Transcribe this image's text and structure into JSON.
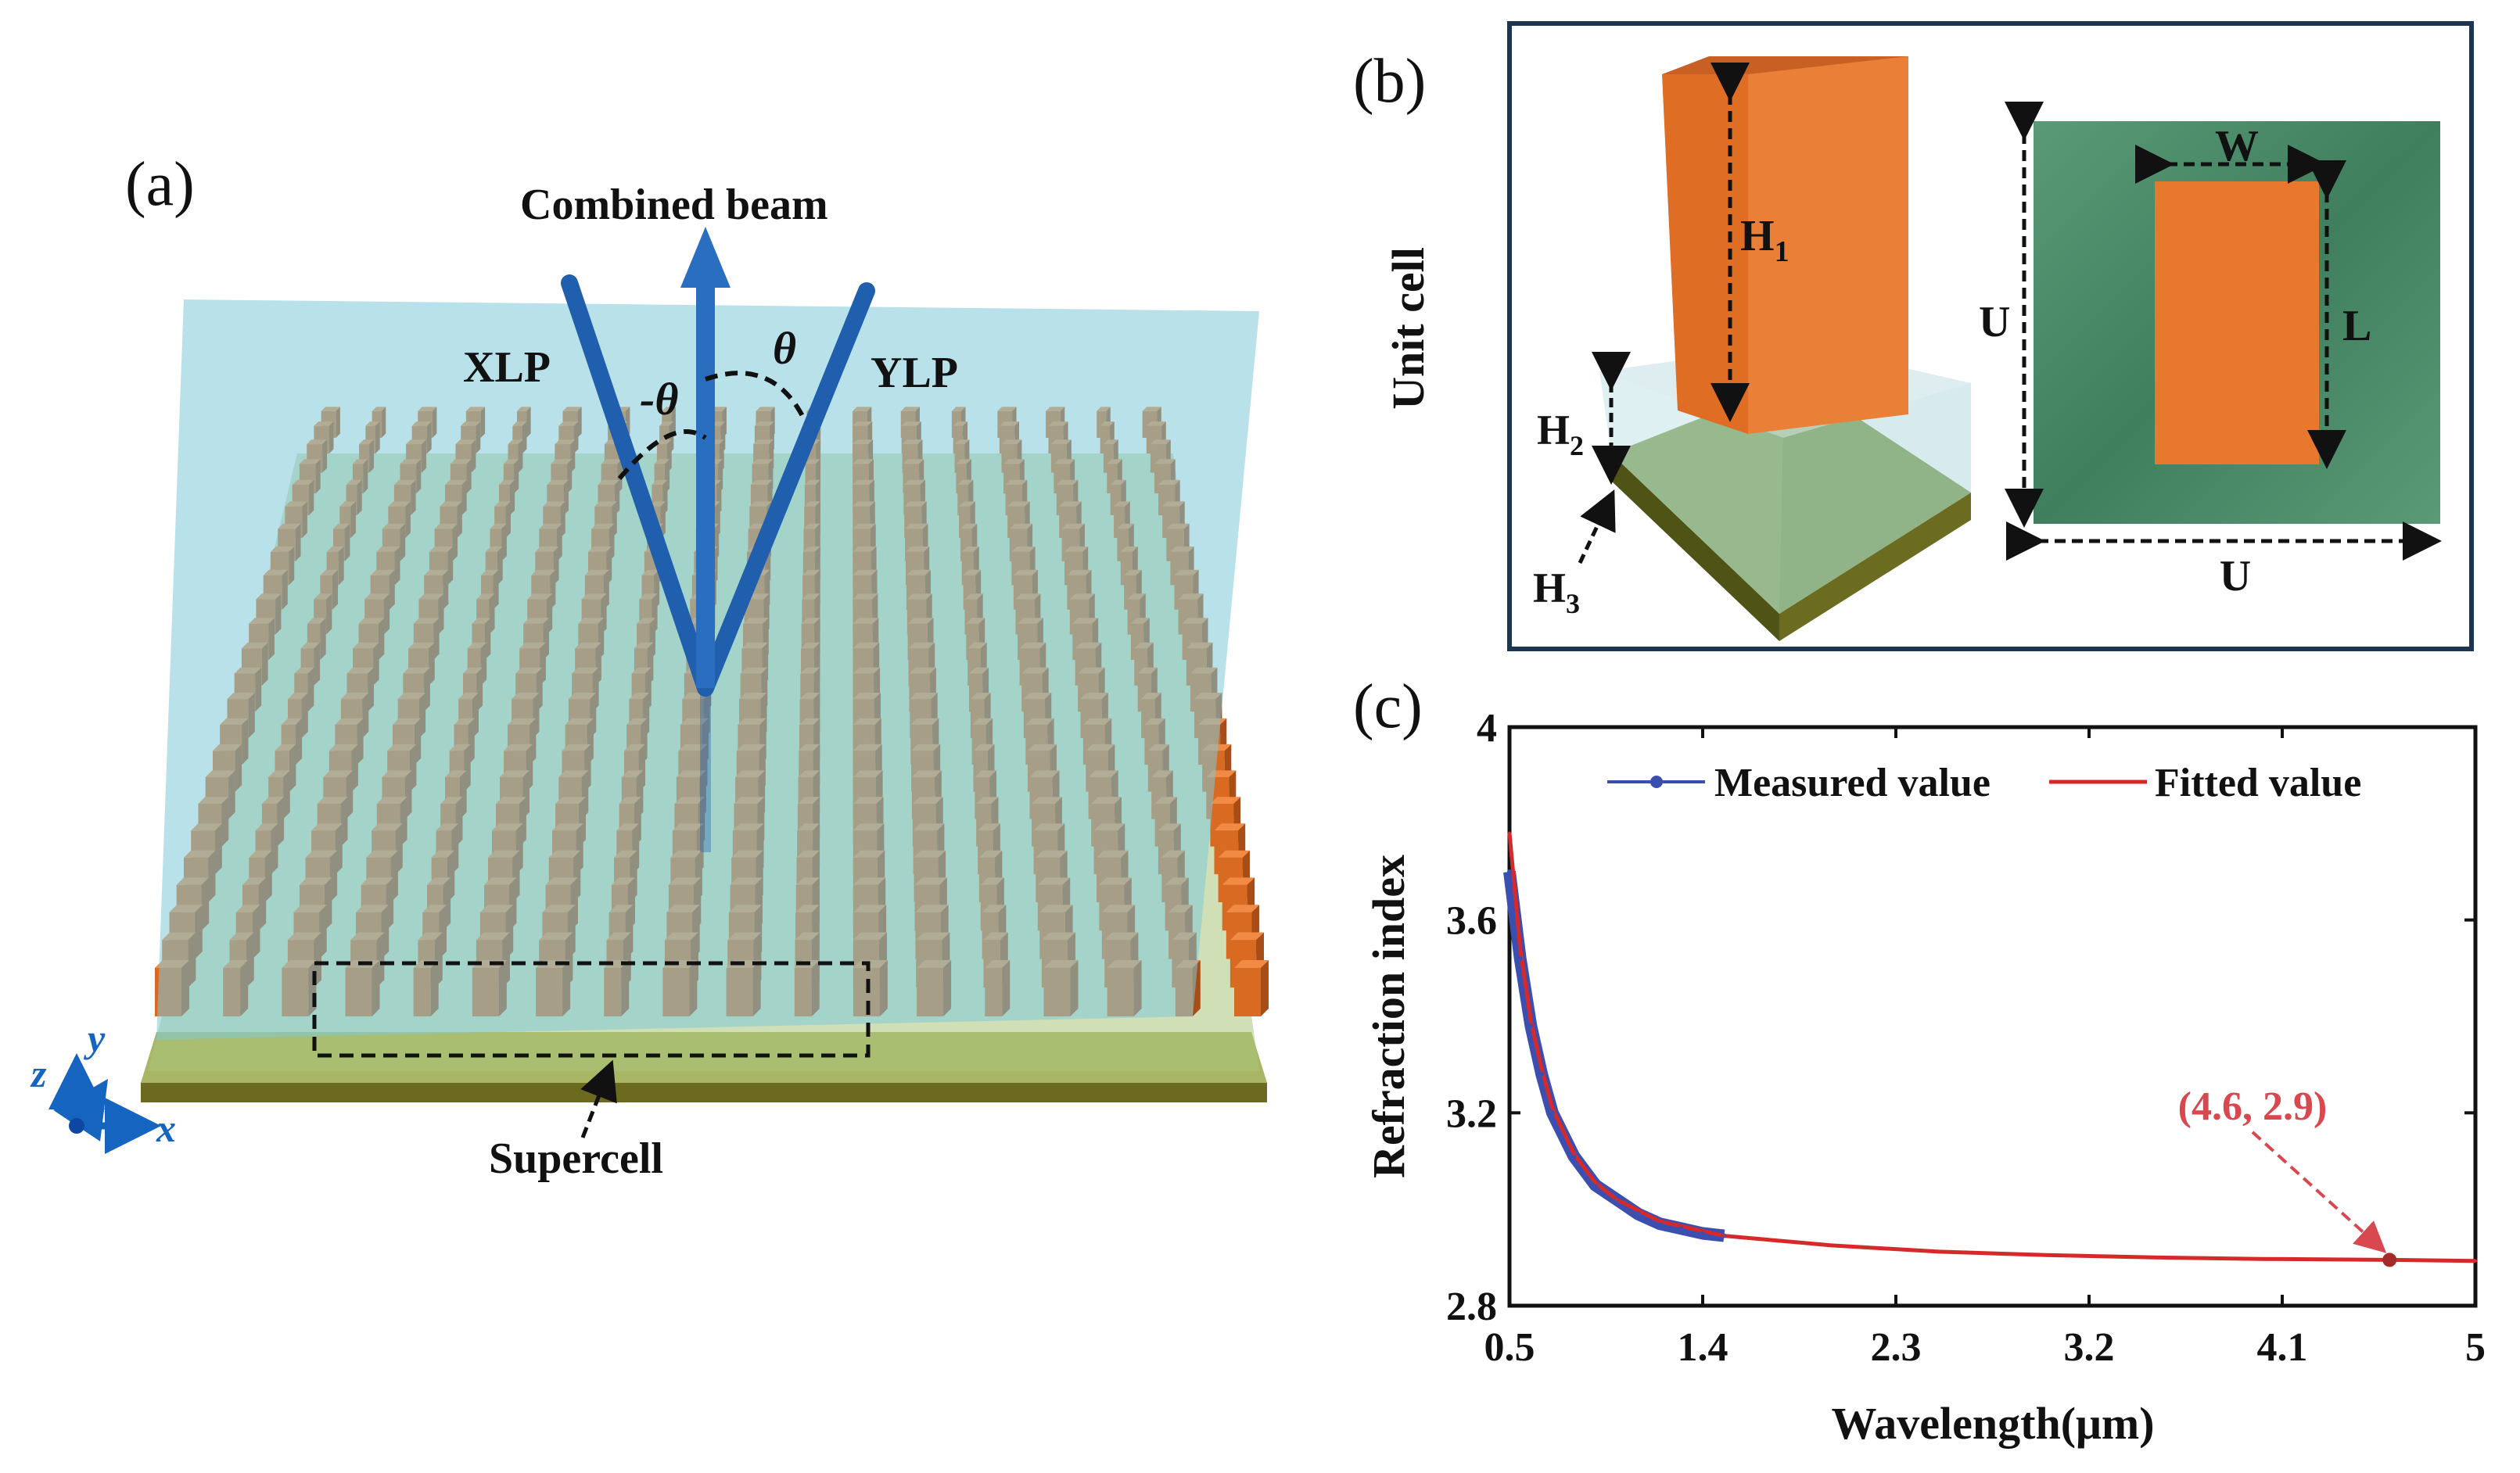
{
  "panel_a": {
    "panel_label": "(a)",
    "beam_label": "Combined beam",
    "xlp_label": "XLP",
    "ylp_label": "YLP",
    "theta_label": "θ",
    "neg_theta_label": "-θ",
    "supercell_label": "Supercell",
    "axis_x": "x",
    "axis_y": "y",
    "axis_z": "z",
    "colors": {
      "pillar": "#d86a22",
      "pillar_top": "#f08a45",
      "plane": "#7ec9d9",
      "substrate": "#8aa83e",
      "beam": "#1f5fae",
      "axes": "#1565c0"
    }
  },
  "panel_b": {
    "panel_label": "(b)",
    "side_label": "Unit cell",
    "h1": "H",
    "h1_sub": "1",
    "h2": "H",
    "h2_sub": "2",
    "h3": "H",
    "h3_sub": "3",
    "w": "W",
    "l": "L",
    "u_left": "U",
    "u_bottom": "U",
    "colors": {
      "frame": "#1c3553",
      "cell_bg": "#4f8f6b",
      "pillar": "#e8782e"
    }
  },
  "panel_c": {
    "panel_label": "(c)",
    "annotation": "(4.6, 2.9)",
    "annotation_color": "#d9474f"
  },
  "chart_data": {
    "type": "line",
    "xlabel": "Wavelength(μm)",
    "ylabel": "Refraction index",
    "xlim": [
      0.5,
      5
    ],
    "ylim": [
      2.8,
      4
    ],
    "xticks": [
      "0.5",
      "1.4",
      "2.3",
      "3.2",
      "4.1",
      "5"
    ],
    "yticks": [
      "2.8",
      "3.2",
      "3.6",
      "4"
    ],
    "legend_position": "top",
    "series": [
      {
        "name": "Measured value",
        "color": "#3a4fb0",
        "x": [
          0.5,
          0.55,
          0.6,
          0.65,
          0.7,
          0.8,
          0.9,
          1.0,
          1.1,
          1.2,
          1.3,
          1.4,
          1.5
        ],
        "y": [
          3.7,
          3.52,
          3.38,
          3.28,
          3.2,
          3.11,
          3.05,
          3.02,
          2.99,
          2.97,
          2.96,
          2.95,
          2.945
        ]
      },
      {
        "name": "Fitted value",
        "color": "#d62a2a",
        "x": [
          0.5,
          0.55,
          0.6,
          0.65,
          0.7,
          0.8,
          0.9,
          1.0,
          1.2,
          1.5,
          2.0,
          2.5,
          3.0,
          3.5,
          4.0,
          4.6,
          5.0
        ],
        "y": [
          3.78,
          3.54,
          3.39,
          3.29,
          3.21,
          3.115,
          3.055,
          3.02,
          2.975,
          2.945,
          2.925,
          2.912,
          2.905,
          2.9,
          2.897,
          2.895,
          2.893
        ]
      }
    ],
    "highlight_point": {
      "x": 4.6,
      "y": 2.895
    }
  }
}
